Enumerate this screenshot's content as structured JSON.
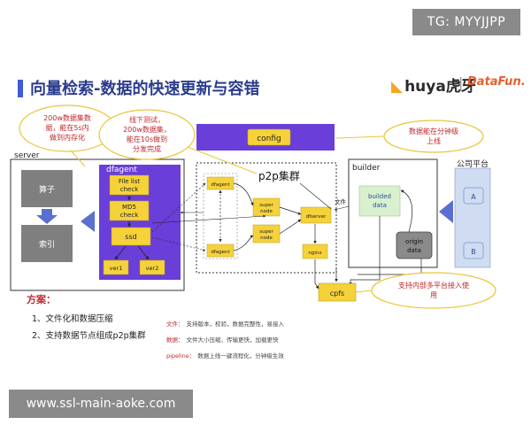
{
  "watermarks": {
    "top": "TG: MYYJJPP",
    "bottom": "www.ssl-main-aoke.com"
  },
  "slide": {
    "title": "向量检索-数据的快速更新与容错"
  },
  "logos": {
    "huya": "huya虎牙",
    "separator": "|",
    "datafun": "DataFun."
  },
  "callouts": {
    "c1": [
      "200w数据集数",
      "据，能在5s内",
      "做到内存化"
    ],
    "c2": [
      "线下测试，",
      "200w数据集，",
      "能在10s做到",
      "分发完成"
    ],
    "c3": [
      "数据能在分钟级",
      "上线"
    ],
    "c4": [
      "支持内部多平台接入使",
      "用"
    ]
  },
  "labels": {
    "config": "config",
    "server": "server",
    "operator": "算子",
    "index": "索引",
    "dfagent": "dfagent",
    "file_list_check": [
      "File list",
      "check"
    ],
    "md5_check": [
      "MD5",
      "check"
    ],
    "ssd": "ssd",
    "ver1": "ver1",
    "ver2": "ver2",
    "p2p_cluster": "p2p集群",
    "dfagent_small": "dfagent",
    "super_node": [
      "super",
      "node"
    ],
    "dfserver": "dfserver",
    "nginx": "nginx",
    "cpfs": "cpfs",
    "builder": "builder",
    "file_tag": "文件",
    "builded_data": [
      "builded",
      "data"
    ],
    "origin_data": [
      "origin",
      "data"
    ],
    "company_platform": "公司平台",
    "platform_a": "A",
    "platform_b": "B"
  },
  "plan": {
    "title": "方案：",
    "items": [
      "1、文件化和数据压缩",
      "2、支持数据节点组成p2p集群"
    ]
  },
  "legend": [
    {
      "key": "文件：",
      "text": "支持版本，校验，数据完整性，易接入"
    },
    {
      "key": "数据：",
      "text": "文件大小压缩，传输更快，加载更快"
    },
    {
      "key": "pipeline：",
      "text": "数据上线一键流程化，分钟级生效"
    }
  ],
  "colors": {
    "title": "#2b3c8f",
    "accent_bar": "#3f5bd9",
    "purple": "#6a3ed8",
    "node_yellow": "#f6d23a",
    "callout": "#e8c53a",
    "arrow_blue": "#5a6fd0",
    "platform_blue": "#cfdcf2",
    "builded_green": "#d9f0cf",
    "red_text": "#c0272d"
  }
}
